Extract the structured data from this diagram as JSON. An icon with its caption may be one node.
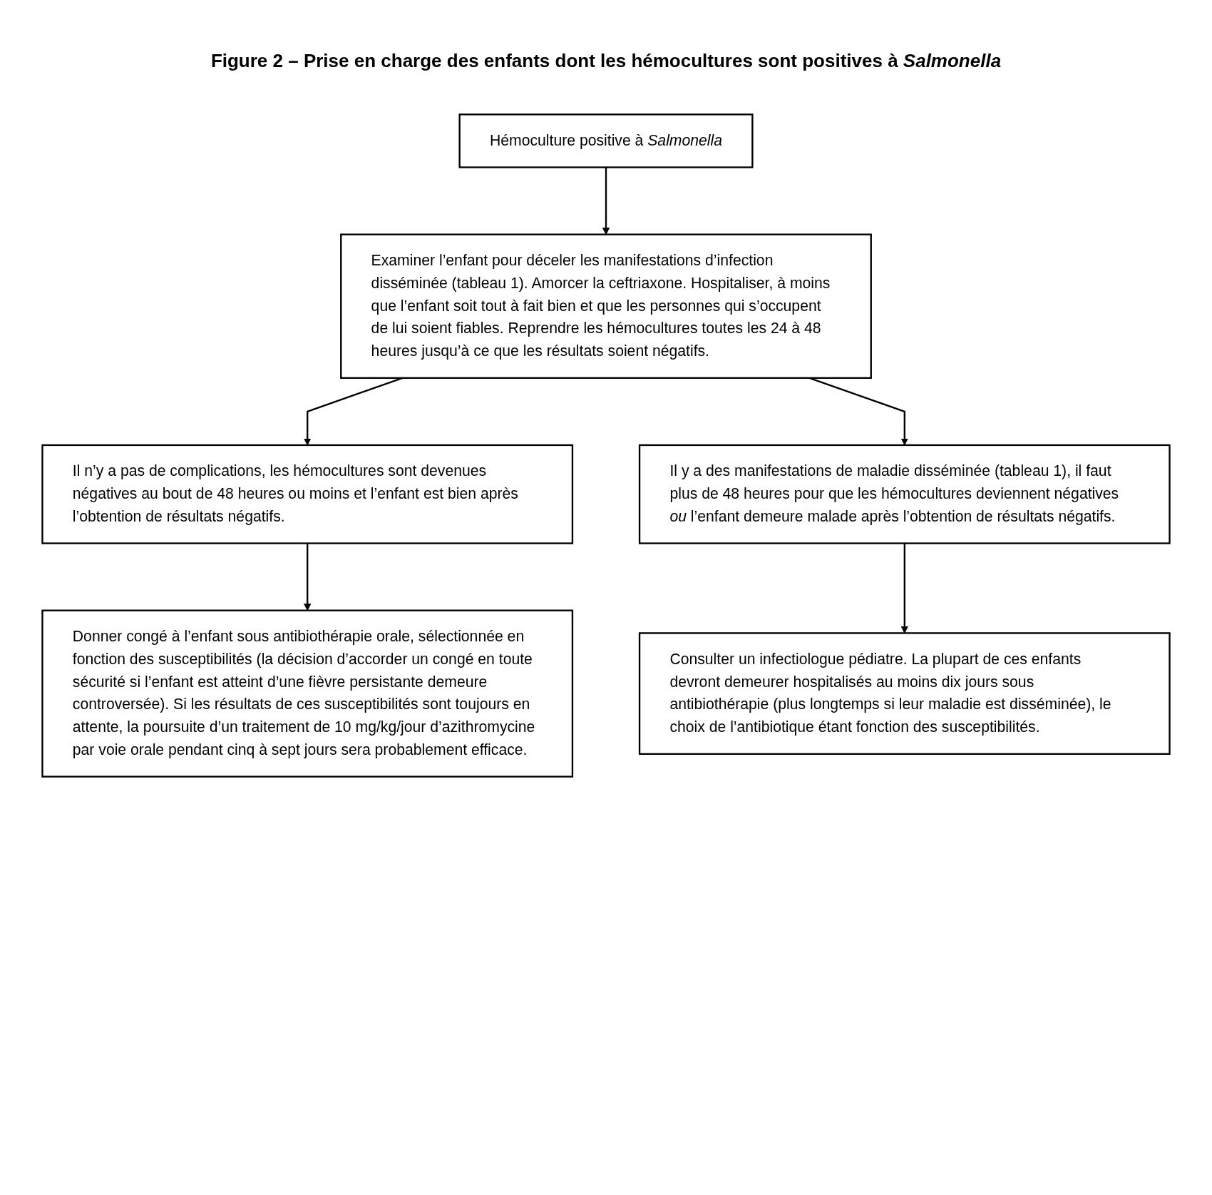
{
  "diagram": {
    "title": "Figure 2 – Prise en charge des enfants dont les hémocultures sont positives à *Salmonella*",
    "nodes": [
      {
        "text": [
          "Hémoculture positive à *Salmonella*"
        ]
      },
      {
        "text": [
          "Examiner l’enfant pour déceler les manifestations d’infection disséminée (tableau 1). Amorcer la ceftriaxone. Hospitaliser, à moins que l’enfant soit tout à fait bien et que les personnes qui s’occupent de lui soient fiables. Reprendre les hémocultures toutes les 24 à 48 heures jusqu’à ce que les résultats soient négatifs."
        ]
      },
      {
        "text": [
          "Il n’y a pas de complications, les hémocultures sont devenues négatives au bout de 48 heures ou moins et l’enfant est bien après l’obtention de résultats négatifs."
        ]
      },
      {
        "text": [
          "Il y a des manifestations de maladie disséminée (tableau 1), il faut plus de 48 heures pour que les hémocultures deviennent négatives *ou* l’enfant demeure malade après l’obtention de résultats négatifs."
        ]
      },
      {
        "text": [
          "Donner congé à l’enfant sous antibiothérapie orale, sélectionnée en fonction des susceptibilités (la décision d’accorder un congé en toute sécurité si l’enfant est atteint d’une fièvre persistante demeure controversée). Si les résultats de ces susceptibilités sont toujours en attente, la poursuite d’un traitement de 10 mg/kg/jour d’azithromycine par voie orale pendant cinq à sept jours sera probablement efficace."
        ]
      },
      {
        "text": [
          "Consulter un infectiologue pédiatre. La plupart de ces enfants devront demeurer hospitalisés au moins dix jours sous antibiothérapie (plus longtemps si leur maladie est disséminée), le choix de l’antibiotique étant fonction des susceptibilités."
        ]
      }
    ],
    "edges": [
      {
        "from": 0,
        "to": 1,
        "arrow": "to"
      },
      {
        "from": 1,
        "to": 2,
        "arrow": "to"
      },
      {
        "from": 1,
        "to": 3,
        "arrow": "to"
      },
      {
        "from": 2,
        "to": 4,
        "arrow": "to"
      },
      {
        "from": 3,
        "to": 5,
        "arrow": "to"
      }
    ]
  }
}
